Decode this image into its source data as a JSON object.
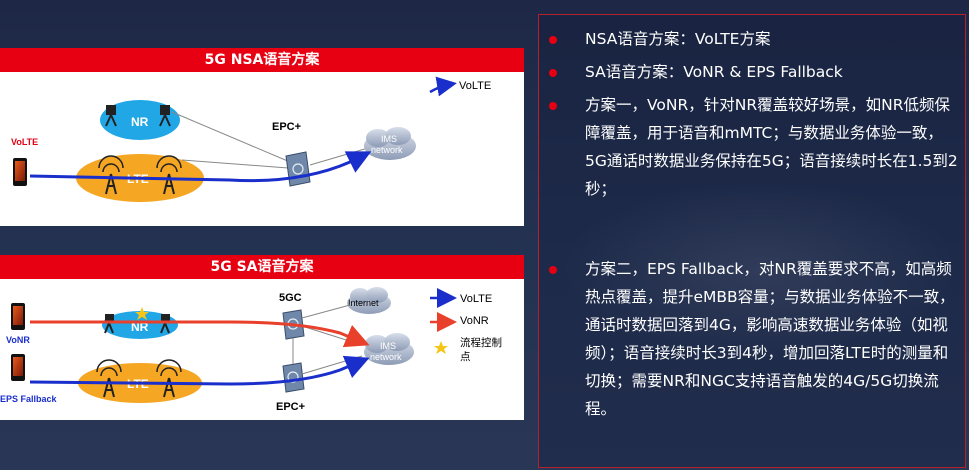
{
  "nsa": {
    "title": "5G NSA语音方案",
    "legend_volte": "VoLTE",
    "phone_label": "VoLTE",
    "nr": "NR",
    "lte": "LTE",
    "core": "EPC+",
    "ims_line1": "IMS",
    "ims_line2": "network"
  },
  "sa": {
    "title": "5G SA语音方案",
    "legend_volte": "VoLTE",
    "legend_vonr": "VoNR",
    "legend_star_line1": "流程控制",
    "legend_star_line2": "点",
    "phone1_label": "VoNR",
    "phone2_label": "EPS Fallback",
    "nr": "NR",
    "lte": "LTE",
    "core_top": "5GC",
    "core_bottom": "EPC+",
    "internet": "Internet",
    "ims_line1": "IMS",
    "ims_line2": "network"
  },
  "bullets": [
    "NSA语音方案：VoLTE方案",
    "SA语音方案：VoNR & EPS Fallback",
    "方案一，VoNR，针对NR覆盖较好场景，如NR低频保障覆盖，用于语音和mMTC；与数据业务体验一致，5G通话时数据业务保持在5G；语音接续时长在1.5到2秒；",
    "方案二，EPS Fallback，对NR覆盖要求不高，如高频热点覆盖，提升eMBB容量；与数据业务体验不一致，通话时数据回落到4G，影响高速数据业务体验（如视频）；语音接续时长3到4秒，增加回落LTE时的测量和切换；需要NR和NGC支持语音触发的4G/5G切换流程。"
  ],
  "colors": {
    "accent_red": "#e60012",
    "arrow_blue": "#1a2ecc",
    "arrow_red": "#e8402a",
    "nr_fill": "#22a7e6",
    "lte_fill": "#f5a623",
    "star": "#f5c518",
    "background": "#1e2846"
  }
}
